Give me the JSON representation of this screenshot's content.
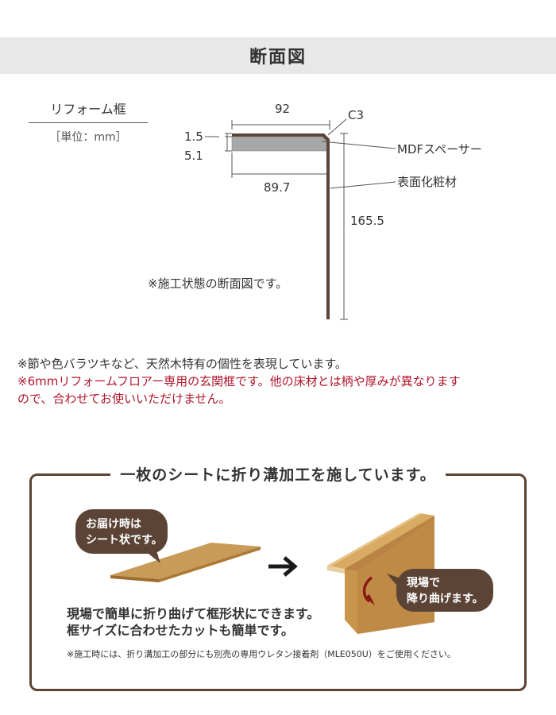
{
  "header": {
    "title": "断面図"
  },
  "product": {
    "name": "リフォーム框",
    "unit": "［単位：mm］"
  },
  "section": {
    "dim_top": "92",
    "dim_chamfer": "C3",
    "dim_skin": "1.5",
    "dim_core": "5.1",
    "dim_inner": "89.7",
    "dim_height": "165.5",
    "label_spacer": "MDFスペーサー",
    "label_skin": "表面化粧材",
    "caption": "※施工状態の断面図です。"
  },
  "notes": {
    "line1": "※節や色バラツキなど、天然木特有の個性を表現しています。",
    "line2": "※6mmリフォームフロアー専用の玄関框です。他の床材とは柄や厚みが異なります",
    "line3": "ので、合わせてお使いいただけません。"
  },
  "feature": {
    "title": "一枚のシートに折り溝加工を施しています。",
    "bubble_left_line1": "お届け時は",
    "bubble_left_line2": "シート状です。",
    "bubble_right_line1": "現場で",
    "bubble_right_line2": "降り曲げます。",
    "desc_line1": "現場で簡単に折り曲げて框形状にできます。",
    "desc_line2": "框サイズに合わせたカットも簡単です。",
    "small_note": "※施工時には、折り溝加工の部分にも別売の専用ウレタン接着剤（MLE050U）をご使用ください。"
  },
  "colors": {
    "wood_dark": "#5b4436",
    "spacer_gray": "#a8a8a8",
    "plank_tan": "#c99b58",
    "plank_dark": "#9e6c2c",
    "bubble_brown": "#5b4436",
    "note_red": "#b0162b",
    "header_bg": "#e8e8e8"
  },
  "icons": {
    "arrow": "right-arrow-icon",
    "fold": "curved-arrow-icon"
  }
}
